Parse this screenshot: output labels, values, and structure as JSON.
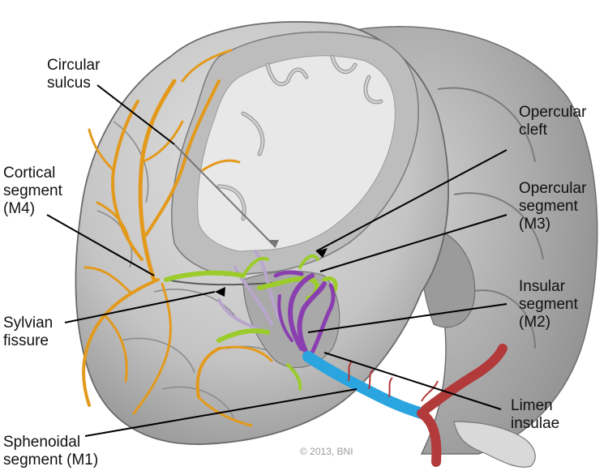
{
  "labels": {
    "circular_sulcus": "Circular\nsulcus",
    "cortical_segment": "Cortical\nsegment\n(M4)",
    "sylvian_fissure": "Sylvian\nfissure",
    "sphenoidal_segment": "Sphenoidal\nsegment (M1)",
    "opercular_cleft": "Opercular\ncleft",
    "opercular_segment": "Opercular\nsegment\n(M3)",
    "insular_segment": "Insular\nsegment\n(M2)",
    "limen_insulae": "Limen\ninsulae"
  },
  "copyright": "© 2013, BNI",
  "colors": {
    "brain_fill": "#c9c9c9",
    "white_matter": "#e6e6e6",
    "cortical_artery": "#e39a1c",
    "opercular_artery": "#9ccc2c",
    "insular_artery": "#8a3fb0",
    "sphenoidal_artery": "#2aa5e0",
    "carotid": "#b23a3a"
  }
}
